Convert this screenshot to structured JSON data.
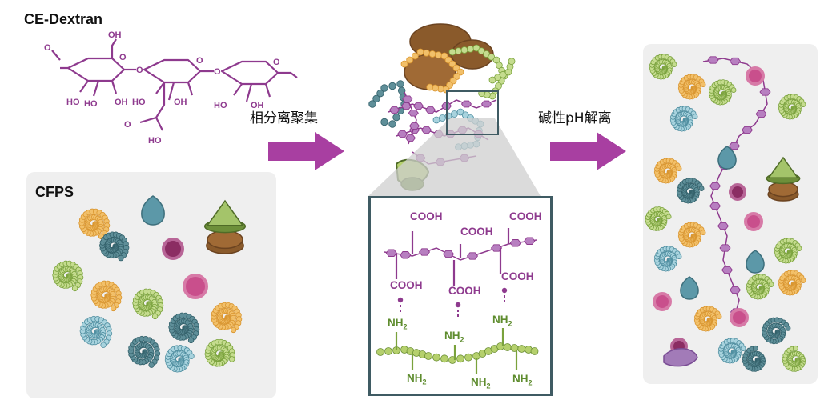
{
  "labels": {
    "ce_dextran": "CE-Dextran",
    "cfps": "CFPS",
    "step1": "相分离聚集",
    "step2": "碱性pH解离"
  },
  "chem": {
    "cooh": "COOH",
    "nh2": "NH",
    "nh2_sub": "2",
    "ho": "HO",
    "oh": "OH",
    "o": "O"
  },
  "colors": {
    "dextran": "#8e3a8e",
    "arrow": "#a83fa1",
    "amine": "#7aa23c",
    "panel": "#efefef",
    "inset_border": "#3f5b63"
  }
}
